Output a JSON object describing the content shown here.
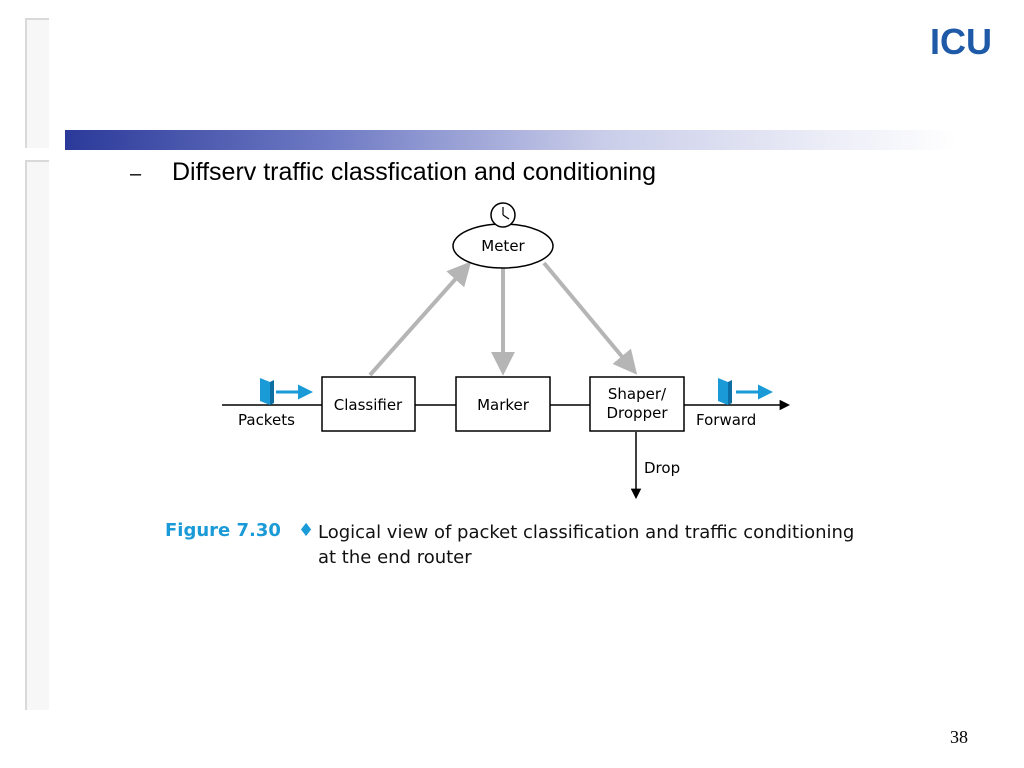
{
  "slide": {
    "logo_text": "ICU",
    "bullet": "–",
    "title": "Diffserv traffic classfication and conditioning",
    "page_number": "38"
  },
  "diagram": {
    "nodes": {
      "meter": "Meter",
      "classifier": "Classifier",
      "marker": "Marker",
      "shaper_line1": "Shaper/",
      "shaper_line2": "Dropper"
    },
    "labels": {
      "packets": "Packets",
      "forward": "Forward",
      "drop": "Drop"
    }
  },
  "caption": {
    "figure_label": "Figure 7.30",
    "diamond": "♦",
    "text": "Logical view of packet classification and traffic conditioning at the end router"
  },
  "colors": {
    "accent_blue": "#1a9ad6",
    "logo_blue": "#1f5aa8",
    "arrow_gray": "#b5b5b5",
    "header_dark": "#2b3a9a"
  }
}
